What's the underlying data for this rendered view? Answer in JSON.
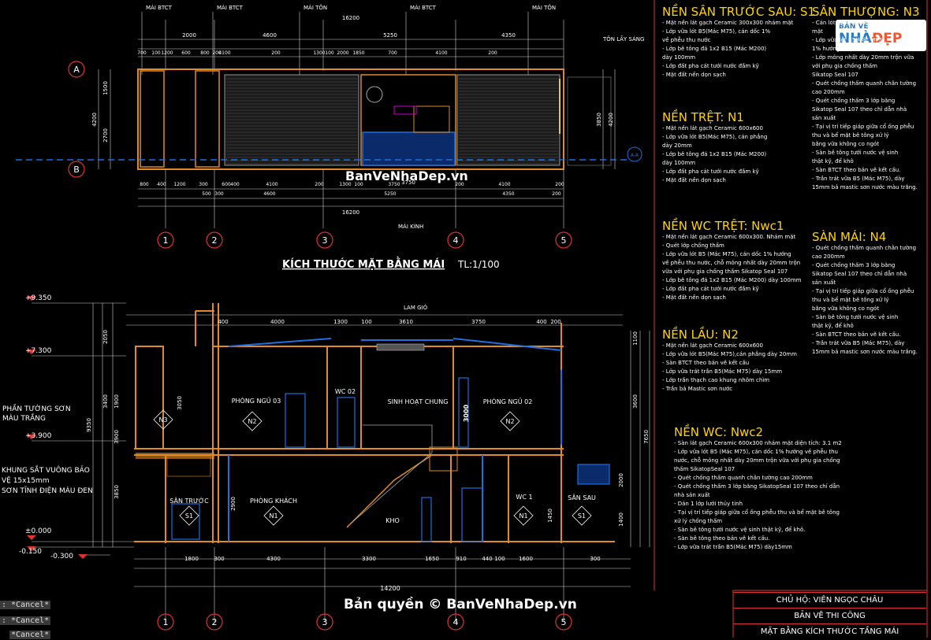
{
  "plan": {
    "title": "KÍCH THƯỚC MẶT BẰNG MÁI",
    "scale": "TL:1/100",
    "labels_top": [
      "MÁI BTCT",
      "MÁI BTCT",
      "MÁI TÔN",
      "MÁI BTCT",
      "MÁI TÔN"
    ],
    "ton_lay_sang": "TÔN LẤY SÁNG",
    "mai_kinh": "MÁI KÍNH",
    "dims_total": "16200",
    "dims_row1": [
      "2000",
      "4600",
      "5250",
      "4350"
    ],
    "dims_row2": [
      "700",
      "100",
      "1200",
      "600",
      "800",
      "200",
      "4100",
      "200",
      "1300",
      "100",
      "2000",
      "1850",
      "700",
      "4100",
      "200"
    ],
    "dims_bottom1": [
      "800",
      "400",
      "1200",
      "300",
      "600",
      "400",
      "4100",
      "200",
      "1300",
      "100",
      "3750",
      "200",
      "4100",
      "200"
    ],
    "dims_bottom2": [
      "500",
      "300",
      "4600",
      "5250",
      "4350",
      "200"
    ],
    "dims_left": [
      "4200",
      "1500",
      "2700"
    ],
    "dims_right": [
      "3850",
      "4200"
    ],
    "axes_letters": [
      "A",
      "B"
    ],
    "axes_numbers": [
      "1",
      "2",
      "3",
      "4",
      "5"
    ],
    "section_mark": "A-A",
    "center_dim": "3750"
  },
  "section": {
    "levels": [
      "+9.350",
      "+7.300",
      "+3.900",
      "±0.000",
      "-0.150",
      "-0.300"
    ],
    "rooms": [
      "PHÒNG NGỦ 03",
      "WC 02",
      "SINH HOẠT CHUNG",
      "PHÒNG NGỦ 02",
      "SÂN TRƯỚC",
      "PHÒNG KHÁCH",
      "KHO",
      "WC 1",
      "SÂN SAU"
    ],
    "tags_upper": [
      "N3",
      "N2",
      "N2"
    ],
    "tags_lower": [
      "S1",
      "N1",
      "N1",
      "S1"
    ],
    "lam_gio": "LAM GIÓ",
    "note_left1": "PHẦN TƯỜNG SƠN\nMÀU TRẮNG",
    "note_left2": "KHUNG SẮT VUÔNG BẢO\nVỆ 15x15mm\nSƠN TĨNH ĐIỆN MÀU ĐEN",
    "top_dims": [
      "400",
      "4000",
      "1300",
      "100",
      "3610",
      "3750",
      "400",
      "200"
    ],
    "bottom_dims": [
      "1800",
      "300",
      "4300",
      "3300",
      "1650",
      "910",
      "440",
      "100",
      "1600",
      "300"
    ],
    "total": "14200",
    "left_dims": [
      "2050",
      "3400",
      "1900",
      "3050",
      "9350",
      "3900",
      "3850",
      "2900"
    ],
    "right_dims": [
      "1100",
      "3600",
      "7650",
      "2000",
      "1400",
      "1450"
    ],
    "center_dim": "3000"
  },
  "notes": [
    {
      "title": "NỀN SÂN TRƯỚC SAU: S1",
      "lines": [
        "- Mặt nền lát gạch Ceramic 300x300 nhám mặt",
        "- Lớp vữa lót B5(Mác M75), cán dốc 1%",
        "về phễu thu nước",
        "- Lớp bê tông đá 1x2 B15 (Mác M200)",
        "dày 100mm",
        "- Lớp đất pha cát tưới nước đầm kỹ",
        "- Mặt đất nền dọn sạch"
      ]
    },
    {
      "title": "NỀN TRỆT: N1",
      "lines": [
        "- Mặt nền lát gạch Ceramic 600x600",
        "- Lớp vữa lót B5(Mác M75), cán phẳng",
        "dày 20mm",
        "- Lớp bê tông đá 1x2 B15 (Mác M200)",
        "dày 100mm",
        "- Lớp đất pha cát tưới nước đầm kỹ",
        "- Mặt đất nền dọn sạch"
      ]
    },
    {
      "title": "NỀN WC TRỆT: Nwc1",
      "lines": [
        "- Mặt nền lát gạch Ceramic 600x300. Nhám mặt",
        "- Quét lớp chống thấm",
        "- Lớp vữa lót B5 (Mác M75), cán dốc 1% hướng",
        "về phễu thu nước, chỗ mỏng nhất dày 20mm trộn",
        "vữa với phụ gia chống thấm Sikatop Seal 107",
        "- Lớp bê tông đá 1x2 B15 (Mác M200) dày 100mm",
        "- Lớp đất pha cát tưới nước đầm kỹ",
        "- Mặt đất nền dọn sạch"
      ]
    },
    {
      "title": "NỀN LẦU: N2",
      "lines": [
        "- Mặt nền lát gạch Ceramic 600x600",
        "- Lớp vữa lót B5(Mác M75),cán phẳng dày 20mm",
        "- Sàn BTCT theo bản vẽ kết cấu",
        "- Lớp vữa trát trần B5(Mác M75) dày 15mm",
        "- Lớp trần thạch cao khung nhôm chìm",
        "- Trần bả Mastic sơn nước"
      ]
    },
    {
      "title": "NỀN WC: Nwc2",
      "lines": [
        "- Sàn lát gạch Ceramic 600x300 nhám mặt diện tích: 3.1 m2",
        "- Lớp vữa lót B5 (Mác M75), cán dốc 1% hướng về phễu thu",
        "nước, chỗ mỏng nhất dày 20mm trộn vữa với phụ gia chống",
        "thấm SikatopSeal 107",
        "- Quét chống thấm quanh chân tường cao 200mm",
        "- Quét chống thấm 3 lớp băng SikatopSeal 107 theo chỉ dẫn",
        "nhà sản xuất",
        "- Dán 1 lớp lưới thủy tinh",
        "- Tại vị trí tiếp giáp giữa cổ ống phễu thu và bể mặt bê tông",
        "xử lý chống thấm",
        "- Sàn bê tông tưới nước vệ sinh thật kỹ, để khô.",
        "- Sàn bê tông theo bản vẽ kết cấu.",
        "- Lớp vữa trát trần B5(Mác M75) dày15mm"
      ]
    }
  ],
  "notes2": [
    {
      "title": "SÂN THƯỢNG: N3",
      "lines": [
        "- Cán lót gạch Ceramic 300x300",
        "mặt",
        "- Lớp vữa lót B5(Mác M75),",
        "1% hướng về phễu thu nước,",
        "- Lớp mỏng nhất dày 20mm trộn vữa",
        "với phụ gia chống thấm",
        "Sikatop Seal 107",
        "- Quét chống thấm quanh chân tường",
        "cao 200mm",
        "- Quét chống thấm 3 lớp băng",
        "Sikatop Seal 107 theo chỉ dẫn nhà",
        "sản xuất",
        "- Tại vị trí tiếp giáp giữa cổ ống phễu",
        "thu và bể mặt bê tông xử lý",
        "bằng vữa không co ngót",
        "- Sàn bê tông tưới nước vệ sinh",
        "thật kỹ, để khô",
        "- Sàn BTCT theo bản vẽ kết cấu.",
        "- Trần trát vữa B5 (Mác M75), dày",
        "15mm bả mastic sơn nước màu trắng."
      ]
    },
    {
      "title": "SÀN MÁI: N4",
      "lines": [
        "- Quét chống thấm quanh chân tường",
        "cao 200mm",
        "- Quét chống thấm 3 lớp băng",
        "Sikatop Seal 107 theo chỉ dẫn nhà",
        "sản xuất",
        "- Tại vị trí tiếp giáp giữa cổ ống phễu",
        "thu và bể mặt bê tông xử lý",
        "bằng vữa không co ngót",
        "- Sàn bê tông tưới nước vệ sinh",
        "thật kỹ, để khô",
        "- Sàn BTCT theo bản vẽ kết cấu.",
        "- Trần trát vữa B5 (Mác M75), dày",
        "15mm bả mastic sơn nước màu trắng."
      ]
    }
  ],
  "title_block": [
    "CHỦ HỘ: VIÊN NGỌC CHÂU",
    "BẢN VẼ THI CÔNG",
    "MẶT BẰNG KÍCH THƯỚC TẦNG MÁI"
  ],
  "commands": [
    ": *Cancel*",
    ": *Cancel*",
    "*Cancel*"
  ],
  "watermark_top": "BanVeNhaDep.vn",
  "watermark_bottom": "Bản quyền © BanVeNhaDep.vn",
  "logo": {
    "line1": "BẢN VẼ",
    "line2a": "NHÀ",
    "line2b": "ĐẸP"
  },
  "colors": {
    "bg": "#000000",
    "wall": "#e08a2a",
    "dim": "#cfcfcf",
    "accent": "#ffd400",
    "blue": "#1e6fe0",
    "red": "#d33"
  }
}
